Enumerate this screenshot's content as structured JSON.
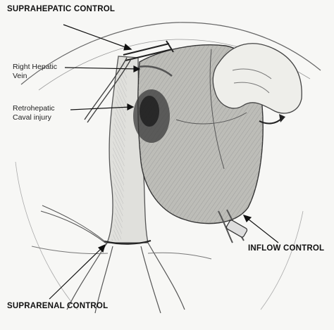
{
  "labels": {
    "suprahepatic": "SUPRAHEPATIC CONTROL",
    "right_hepatic_line1": "Right Hepatic",
    "right_hepatic_line2": "Vein",
    "retrohepatic_line1": "Retrohepatic",
    "retrohepatic_line2": "Caval injury",
    "inflow": "INFLOW CONTROL",
    "suprarenal": "SUPRARENAL CONTROL"
  },
  "colors": {
    "ink": "#111111",
    "pencil": "#444444",
    "shade": "#9a9a9a",
    "paper": "#f7f7f5"
  }
}
